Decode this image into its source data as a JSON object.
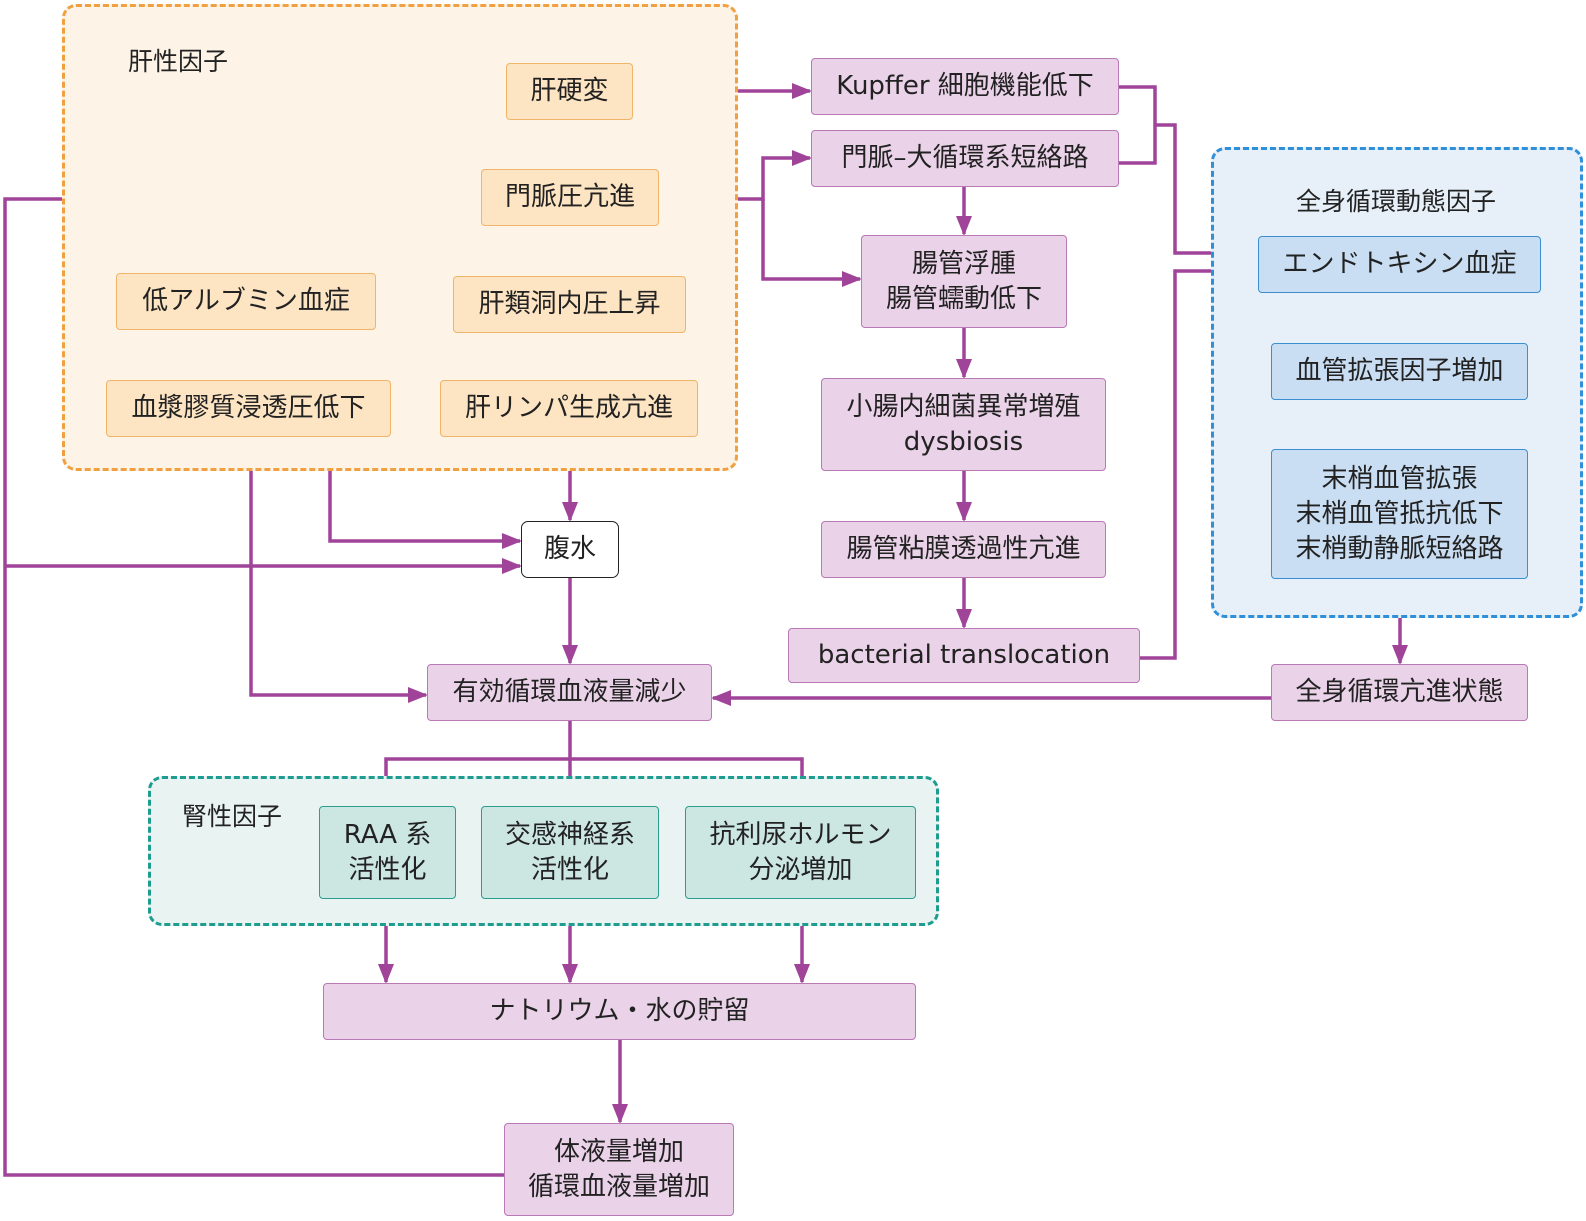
{
  "groups": {
    "liver": "肝性因子",
    "systemic": "全身循環動態因子",
    "renal": "腎性因子"
  },
  "nodes": {
    "cirrhosis": [
      "肝硬変"
    ],
    "portal_hypertension": [
      "門脈圧亢進"
    ],
    "hypoalbuminemia": [
      "低アルブミン血症"
    ],
    "sinusoidal_pressure": [
      "肝類洞内圧上昇"
    ],
    "oncotic_pressure": [
      "血漿膠質浸透圧低下"
    ],
    "lymph_production": [
      "肝リンパ生成亢進"
    ],
    "ascites": [
      "腹水"
    ],
    "kupffer": [
      "Kupffer 細胞機能低下"
    ],
    "portosystemic_shunt": [
      "門脈–大循環系短絡路"
    ],
    "intestinal_edema": [
      "腸管浮腫",
      "腸管蠕動低下"
    ],
    "bacterial_overgrowth": [
      "小腸内細菌異常増殖",
      "dysbiosis"
    ],
    "mucosal_permeability": [
      "腸管粘膜透過性亢進"
    ],
    "bacterial_translocation": [
      "bacterial translocation"
    ],
    "endotoxemia": [
      "エンドトキシン血症"
    ],
    "vasodilators": [
      "血管拡張因子増加"
    ],
    "peripheral_vasodilation": [
      "末梢血管拡張",
      "末梢血管抵抗低下",
      "末梢動静脈短絡路"
    ],
    "hyperdynamic_state": [
      "全身循環亢進状態"
    ],
    "effective_volume": [
      "有効循環血液量減少"
    ],
    "raa": [
      "RAA 系",
      "活性化"
    ],
    "sympathetic": [
      "交感神経系",
      "活性化"
    ],
    "adh": [
      "抗利尿ホルモン",
      "分泌増加"
    ],
    "sodium_retention": [
      "ナトリウム・水の貯留"
    ],
    "fluid_increase": [
      "体液量増加",
      "循環血液量増加"
    ]
  },
  "colors": {
    "arrow": "#a0449a",
    "liver_group": "#f0a040",
    "systemic_group": "#2f8fd8",
    "renal_group": "#1e9c90"
  }
}
